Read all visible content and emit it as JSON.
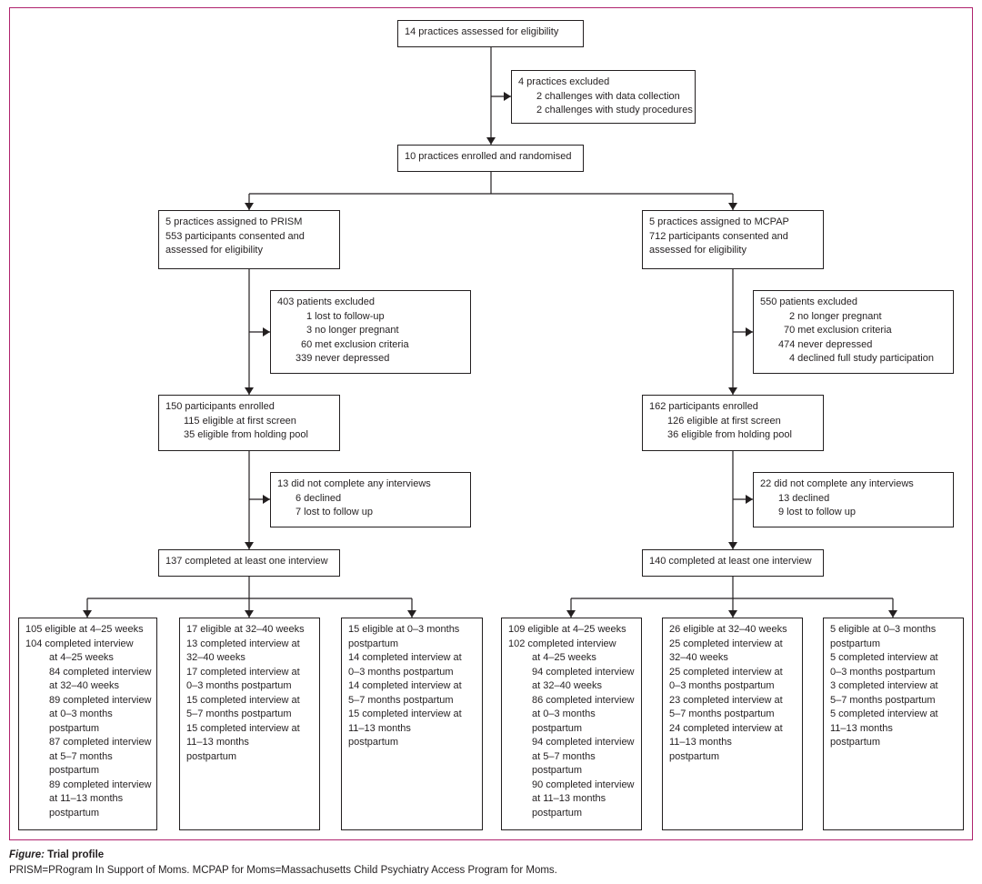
{
  "nodes": {
    "assessed": "14 practices assessed for eligibility",
    "excluded_practices": [
      "4 practices excluded",
      "2 challenges with data collection",
      "2 challenges with study procedures"
    ],
    "randomised": "10 practices enrolled and randomised",
    "prism": {
      "assigned": [
        "5 practices assigned to PRISM",
        "553 participants consented and",
        "assessed for eligibility"
      ],
      "excluded": [
        "403 patients excluded",
        "1 lost to follow-up",
        "3 no longer pregnant",
        "60 met exclusion criteria",
        "339 never depressed"
      ],
      "enrolled": [
        "150 participants enrolled",
        "115 eligible at first screen",
        "35 eligible from holding pool"
      ],
      "not_completed": [
        "13 did not complete any interviews",
        "6 declined",
        "7 lost to follow up"
      ],
      "completed": "137 completed at least one interview",
      "groups": [
        [
          "105 eligible at 4–25 weeks",
          "104 completed interview",
          "at 4–25 weeks",
          "84 completed interview",
          "at 32–40 weeks",
          "89 completed interview",
          "at 0–3 months",
          "postpartum",
          "87 completed interview",
          "at 5–7 months",
          "postpartum",
          "89 completed interview",
          "at 11–13 months",
          "postpartum"
        ],
        [
          "17 eligible at 32–40 weeks",
          "13 completed interview at",
          "32–40 weeks",
          "17 completed interview at",
          "0–3 months postpartum",
          "15 completed interview at",
          "5–7 months postpartum",
          "15 completed interview at",
          "11–13 months",
          "postpartum"
        ],
        [
          "15 eligible at 0–3 months",
          "postpartum",
          "14 completed interview at",
          "0–3 months postpartum",
          "14 completed interview at",
          "5–7 months postpartum",
          "15 completed interview at",
          "11–13 months",
          "postpartum"
        ]
      ]
    },
    "mcpap": {
      "assigned": [
        "5 practices assigned to MCPAP",
        "712 participants consented and",
        "assessed for eligibility"
      ],
      "excluded": [
        "550 patients excluded",
        "2 no longer pregnant",
        "70 met exclusion criteria",
        "474 never depressed",
        "4 declined full study participation"
      ],
      "enrolled": [
        "162 participants enrolled",
        "126 eligible at first screen",
        "36 eligible from holding pool"
      ],
      "not_completed": [
        "22 did not complete any interviews",
        "13 declined",
        "9 lost to follow up"
      ],
      "completed": "140 completed at least one interview",
      "groups": [
        [
          "109 eligible at 4–25 weeks",
          "102 completed interview",
          "at 4–25 weeks",
          "94 completed interview",
          "at 32–40 weeks",
          "86 completed interview",
          "at 0–3 months",
          "postpartum",
          "94 completed interview",
          "at 5–7 months",
          "postpartum",
          "90 completed interview",
          "at 11–13 months",
          "postpartum"
        ],
        [
          "26 eligible at 32–40 weeks",
          "25 completed interview at",
          "32–40 weeks",
          "25 completed interview at",
          "0–3 months postpartum",
          "23 completed interview at",
          "5–7 months postpartum",
          "24 completed interview at",
          "11–13 months",
          "postpartum"
        ],
        [
          "5 eligible at 0–3 months",
          "postpartum",
          "5 completed interview at",
          "0–3 months postpartum",
          "3 completed interview at",
          "5–7 months postpartum",
          "5 completed interview at",
          "11–13 months",
          "postpartum"
        ]
      ]
    }
  },
  "caption": {
    "label": "Figure:",
    "title": " Trial profile",
    "note": "PRISM=PRogram In Support of Moms. MCPAP for Moms=Massachusetts Child Psychiatry Access Program for Moms."
  },
  "colors": {
    "frame": "#b0236e",
    "ink": "#231f20"
  }
}
